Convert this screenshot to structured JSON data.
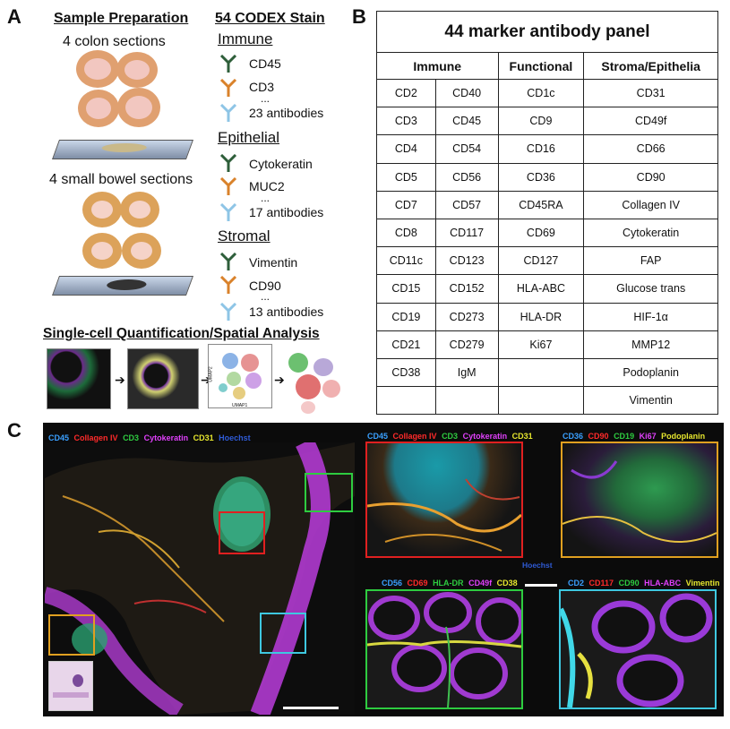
{
  "panel_labels": {
    "a": "A",
    "b": "B",
    "c": "C"
  },
  "panel_a": {
    "sample_prep_title": "Sample Preparation",
    "colon_label": "4 colon sections",
    "bowel_label": "4 small bowel sections",
    "codex_title": "54 CODEX Stain",
    "groups": [
      {
        "name": "Immune",
        "items": [
          "CD45",
          "CD3"
        ],
        "more": "23 antibodies"
      },
      {
        "name": "Epithelial",
        "items": [
          "Cytokeratin",
          "MUC2"
        ],
        "more": "17 antibodies"
      },
      {
        "name": "Stromal",
        "items": [
          "Vimentin",
          "CD90"
        ],
        "more": "13 antibodies"
      }
    ],
    "ellipsis": "...",
    "analysis_title": "Single-cell Quantification/Spatial Analysis",
    "arrow": "➔",
    "umap_xlabel": "UMAP1",
    "umap_ylabel": "UMAP2",
    "antibody_colors": [
      "#2e5e3a",
      "#d9822b",
      "#8ec5e6"
    ]
  },
  "panel_b": {
    "title": "44 marker antibody panel",
    "headers": [
      "Immune",
      "Functional",
      "Stroma/Epithelia"
    ],
    "rows": [
      [
        "CD2",
        "CD40",
        "CD1c",
        "CD31"
      ],
      [
        "CD3",
        "CD45",
        "CD9",
        "CD49f"
      ],
      [
        "CD4",
        "CD54",
        "CD16",
        "CD66"
      ],
      [
        "CD5",
        "CD56",
        "CD36",
        "CD90"
      ],
      [
        "CD7",
        "CD57",
        "CD45RA",
        "Collagen IV"
      ],
      [
        "CD8",
        "CD117",
        "CD69",
        "Cytokeratin"
      ],
      [
        "CD11c",
        "CD123",
        "CD127",
        "FAP"
      ],
      [
        "CD15",
        "CD152",
        "HLA-ABC",
        "Glucose trans"
      ],
      [
        "CD19",
        "CD273",
        "HLA-DR",
        "HIF-1α"
      ],
      [
        "CD21",
        "CD279",
        "Ki67",
        "MMP12"
      ],
      [
        "CD38",
        "IgM",
        "",
        "Podoplanin"
      ],
      [
        "",
        "",
        "",
        "Vimentin"
      ]
    ]
  },
  "panel_c": {
    "main_legend": [
      {
        "text": "CD45",
        "color": "#3aa0ff"
      },
      {
        "text": "Collagen IV",
        "color": "#ff2a2a"
      },
      {
        "text": "CD3",
        "color": "#2ecc40"
      },
      {
        "text": "Cytokeratin",
        "color": "#e040fb"
      },
      {
        "text": "CD31",
        "color": "#e6e62e"
      },
      {
        "text": "Hoechst",
        "color": "#2f5bd6"
      }
    ],
    "insets": [
      {
        "legend": [
          {
            "text": "CD45",
            "color": "#3aa0ff"
          },
          {
            "text": "Collagen IV",
            "color": "#ff2a2a"
          },
          {
            "text": "CD3",
            "color": "#2ecc40"
          },
          {
            "text": "Cytokeratin",
            "color": "#e040fb"
          },
          {
            "text": "CD31",
            "color": "#e6e62e"
          }
        ],
        "border": "#e02020"
      },
      {
        "legend": [
          {
            "text": "CD36",
            "color": "#3aa0ff"
          },
          {
            "text": "CD90",
            "color": "#ff2a2a"
          },
          {
            "text": "CD19",
            "color": "#2ecc40"
          },
          {
            "text": "Ki67",
            "color": "#e040fb"
          },
          {
            "text": "Podoplanin",
            "color": "#e6e62e"
          }
        ],
        "border": "#e0a020"
      },
      {
        "legend": [
          {
            "text": "CD56",
            "color": "#3aa0ff"
          },
          {
            "text": "CD69",
            "color": "#ff2a2a"
          },
          {
            "text": "HLA-DR",
            "color": "#2ecc40"
          },
          {
            "text": "CD49f",
            "color": "#e040fb"
          },
          {
            "text": "CD38",
            "color": "#e6e62e"
          }
        ],
        "border": "#2ecc40"
      },
      {
        "legend": [
          {
            "text": "CD2",
            "color": "#3aa0ff"
          },
          {
            "text": "CD117",
            "color": "#ff2a2a"
          },
          {
            "text": "CD90",
            "color": "#2ecc40"
          },
          {
            "text": "HLA-ABC",
            "color": "#e040fb"
          },
          {
            "text": "Vimentin",
            "color": "#e6e62e"
          }
        ],
        "border": "#3ec8e0"
      }
    ],
    "hoechst_label": "Hoechst",
    "hoechst_color": "#2f5bd6"
  }
}
